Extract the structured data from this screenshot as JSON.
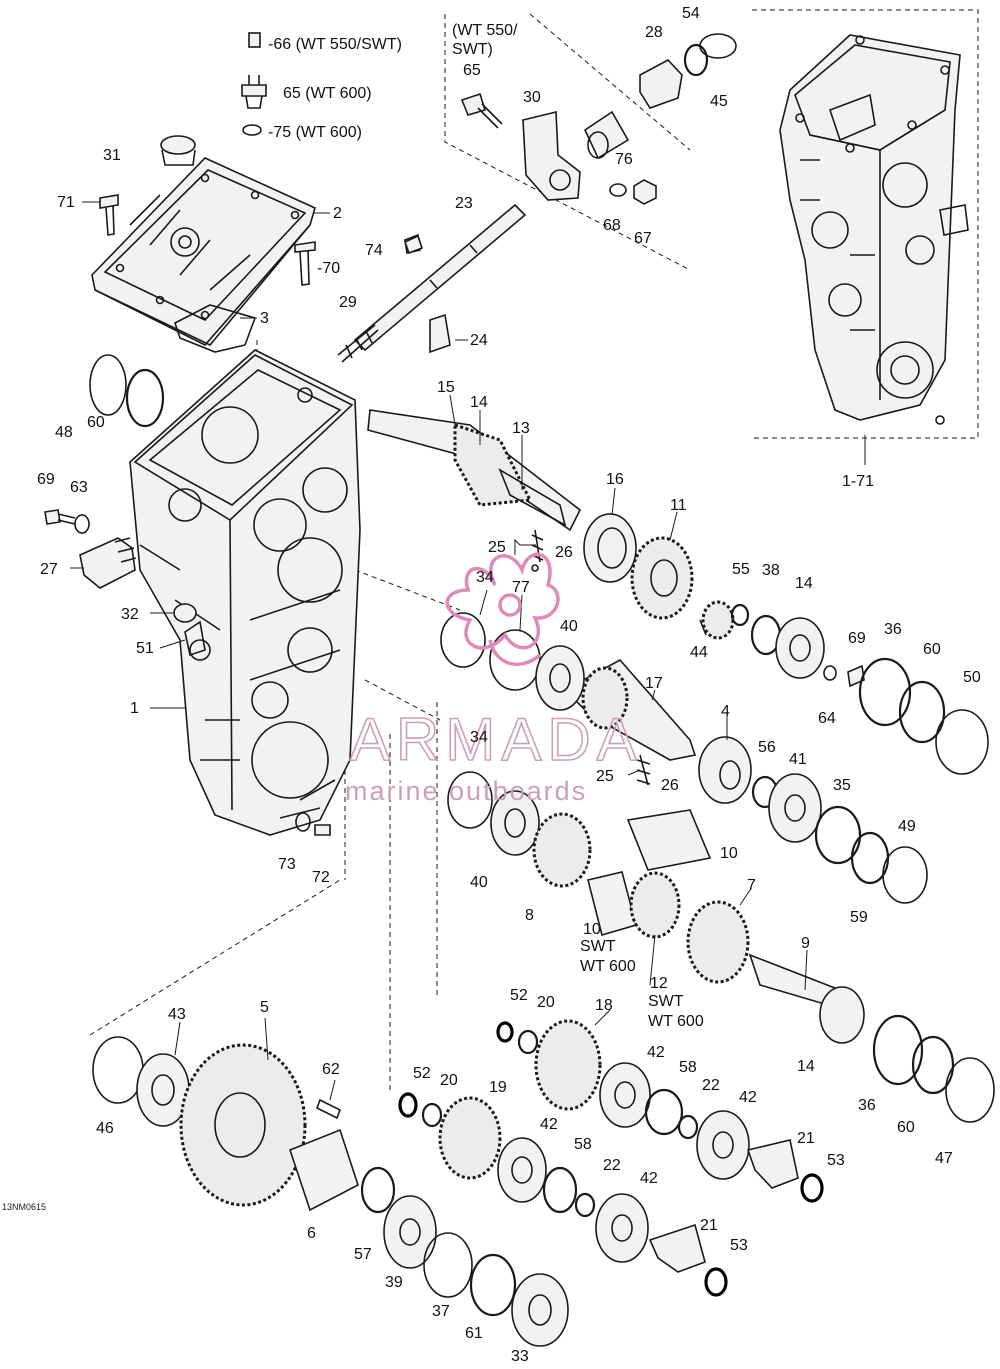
{
  "labels": {
    "p1": "1",
    "p2": "2",
    "p3": "3",
    "p4": "4",
    "p5": "5",
    "p6": "6",
    "p7": "7",
    "p8": "8",
    "p9": "9",
    "p10a": "10",
    "p10b": "10",
    "p11": "11",
    "p12": "12",
    "p13": "13",
    "p14a": "14",
    "p14b": "14",
    "p14c": "14",
    "p15": "15",
    "p16": "16",
    "p17": "17",
    "p18": "18",
    "p19": "19",
    "p20a": "20",
    "p20b": "20",
    "p21a": "21",
    "p21b": "21",
    "p22a": "22",
    "p22b": "22",
    "p23": "23",
    "p24": "24",
    "p25a": "25",
    "p25b": "25",
    "p26a": "26",
    "p26b": "26",
    "p27": "27",
    "p28": "28",
    "p29": "29",
    "p30": "30",
    "p31": "31",
    "p32": "32",
    "p33": "33",
    "p34a": "34",
    "p34b": "34",
    "p35": "35",
    "p36a": "36",
    "p36b": "36",
    "p37": "37",
    "p38": "38",
    "p39": "39",
    "p40a": "40",
    "p40b": "40",
    "p41": "41",
    "p42a": "42",
    "p42b": "42",
    "p42c": "42",
    "p42d": "42",
    "p43": "43",
    "p44": "44",
    "p45": "45",
    "p46": "46",
    "p47": "47",
    "p48": "48",
    "p49": "49",
    "p50": "50",
    "p51": "51",
    "p52a": "52",
    "p52b": "52",
    "p53a": "53",
    "p53b": "53",
    "p54": "54",
    "p55": "55",
    "p56": "56",
    "p57": "57",
    "p58a": "58",
    "p58b": "58",
    "p59": "59",
    "p60a": "60",
    "p60b": "60",
    "p60c": "60",
    "p61": "61",
    "p62": "62",
    "p63": "63",
    "p64": "64",
    "p65": "65",
    "p67": "67",
    "p68": "68",
    "p69a": "69",
    "p69b": "69",
    "p70": "-70",
    "p71": "71",
    "p72": "72",
    "p73": "73",
    "p74": "74",
    "p76": "76",
    "p77": "77",
    "p171": "1-71"
  },
  "notes": {
    "n66": "-66 (WT 550/SWT)",
    "n65": "65 (WT 600)",
    "n75": "-75 (WT 600)",
    "box_l1": "(WT 550/",
    "box_l2": "SWT)",
    "swt_a": "SWT",
    "wt600_a": "WT 600",
    "swt_b": "SWT",
    "wt600_b": "WT 600"
  },
  "diagram_code": "13NM0615",
  "watermark": {
    "name": "ARMADA",
    "tagline": "marine outboards"
  },
  "colors": {
    "line": "#1a1a1a",
    "watermark_text": "#c9a0b8",
    "watermark_logo": "#e08ab8"
  }
}
